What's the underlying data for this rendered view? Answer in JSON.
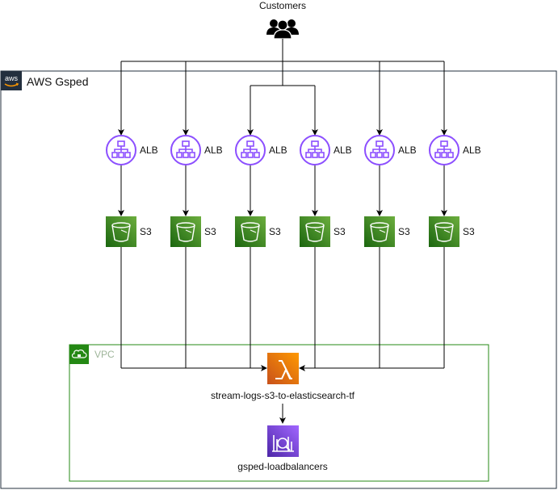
{
  "customers": {
    "label": "Customers",
    "icon": "users-group-icon"
  },
  "aws_group": {
    "label": "AWS Gsped",
    "logo_text": "aws",
    "icon": "aws-logo-icon"
  },
  "vpc_group": {
    "label": "VPC",
    "icon": "vpc-cloud-lock-icon",
    "color": "#248814"
  },
  "albs": [
    {
      "label": "ALB"
    },
    {
      "label": "ALB"
    },
    {
      "label": "ALB"
    },
    {
      "label": "ALB"
    },
    {
      "label": "ALB"
    },
    {
      "label": "ALB"
    }
  ],
  "buckets": [
    {
      "label": "S3"
    },
    {
      "label": "S3"
    },
    {
      "label": "S3"
    },
    {
      "label": "S3"
    },
    {
      "label": "S3"
    },
    {
      "label": "S3"
    }
  ],
  "lambda": {
    "label": "stream-logs-s3-to-elasticsearch-tf",
    "icon": "lambda-icon"
  },
  "elasticsearch": {
    "label": "gsped-loadbalancers",
    "icon": "elasticsearch-service-icon"
  },
  "colors": {
    "alb": "#8C4FFF",
    "s3_top": "#60A337",
    "s3_bottom": "#277116",
    "lambda_top": "#F78E04",
    "lambda_bottom": "#D05C17",
    "es_top": "#945DF2",
    "es_bottom": "#5A30B5",
    "aws_border": "#232F3E",
    "vpc_border": "#248814"
  }
}
